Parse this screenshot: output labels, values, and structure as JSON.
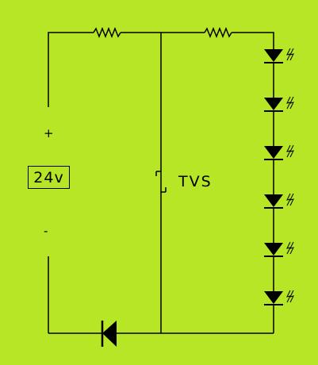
{
  "colors": {
    "background": "#b6e625",
    "line": "#000000"
  },
  "labels": {
    "plus": "+",
    "minus": "-",
    "voltage": "24v",
    "tvs": "TVS"
  },
  "icons": {
    "resistor": "resistor-zigzag",
    "led": "led-triangle-with-emission-arrows",
    "diode": "diode-triangle-bar",
    "tvs": "tvs-diode-symbol"
  },
  "led_count": 6
}
